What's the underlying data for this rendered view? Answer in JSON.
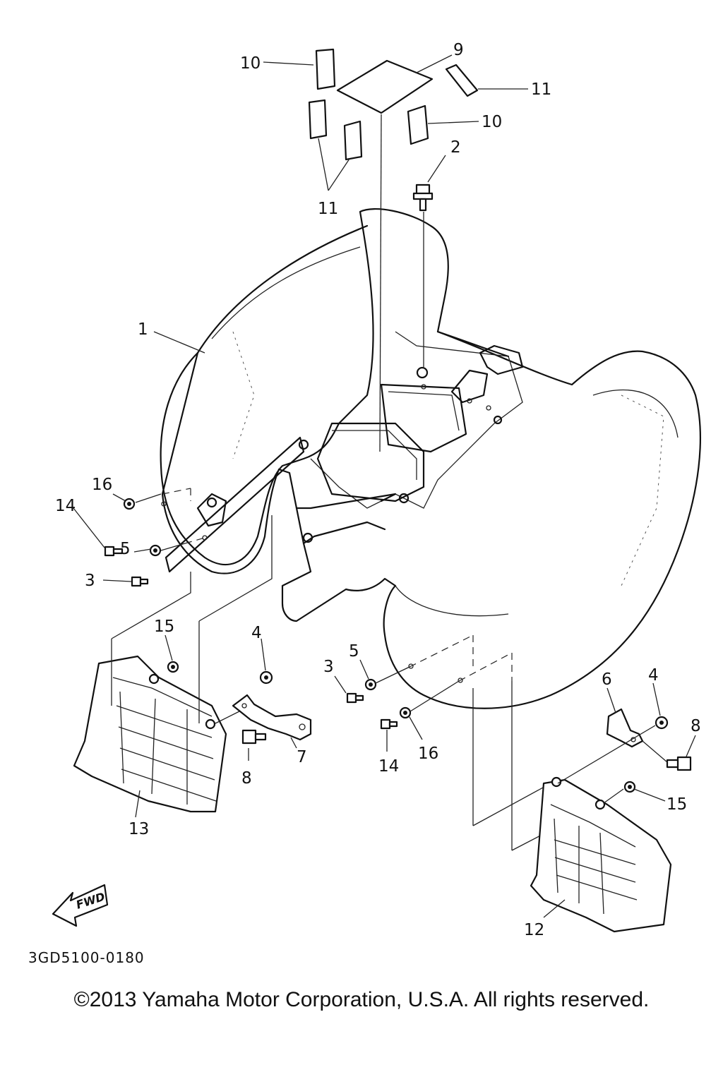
{
  "callouts": {
    "c1": "1",
    "c2": "2",
    "c3a": "3",
    "c3b": "3",
    "c4a": "4",
    "c4b": "4",
    "c5a": "5",
    "c5b": "5",
    "c6": "6",
    "c7": "7",
    "c8a": "8",
    "c8b": "8",
    "c9": "9",
    "c10a": "10",
    "c10b": "10",
    "c11a": "11",
    "c11b": "11",
    "c12": "12",
    "c13": "13",
    "c14a": "14",
    "c14b": "14",
    "c15a": "15",
    "c15b": "15",
    "c16a": "16",
    "c16b": "16"
  },
  "fwd_label": "FWD",
  "part_code": "3GD5100-0180",
  "copyright": "©2013 Yamaha Motor Corporation, U.S.A. All rights reserved.",
  "colors": {
    "ink": "#111111",
    "paper": "#ffffff"
  }
}
